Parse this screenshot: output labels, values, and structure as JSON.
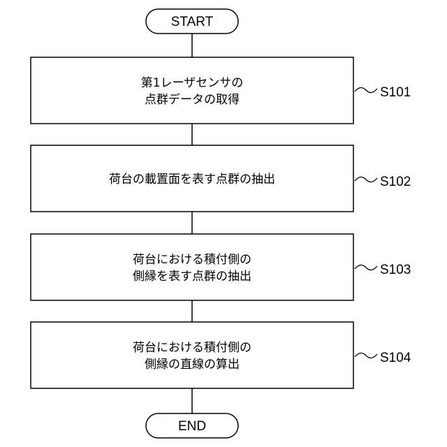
{
  "flowchart": {
    "start_label": "START",
    "end_label": "END",
    "steps": [
      {
        "id": "S101",
        "lines": [
          "第1レーザセンサの",
          "点群データの取得"
        ]
      },
      {
        "id": "S102",
        "lines": [
          "荷台の載置面を表す点群の抽出"
        ]
      },
      {
        "id": "S103",
        "lines": [
          "荷台における積付側の",
          "側縁を表す点群の抽出"
        ]
      },
      {
        "id": "S104",
        "lines": [
          "荷台における積付側の",
          "側縁の直線の算出"
        ]
      }
    ]
  }
}
